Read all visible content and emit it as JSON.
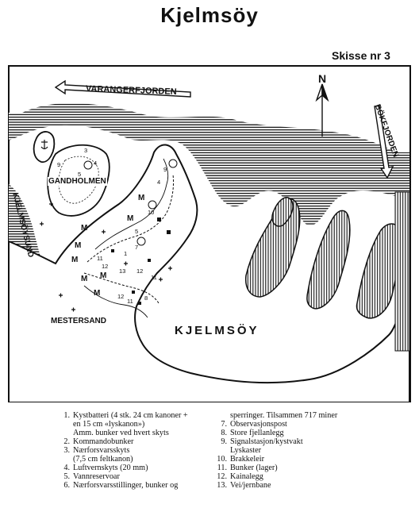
{
  "title": "Kjelmsöy",
  "sketch_label": "Skisse nr 3",
  "map": {
    "labels": {
      "varangerfjorden": "VARANGERFJORDEN",
      "bokfjorden": "BÖKFJORDEN",
      "kjelmsoysund": "KJELMSÖYSUND",
      "gandholmen": "GANDHOLMEN",
      "mestersand": "MESTERSAND",
      "kjelmsoy": "KJELMSÖY",
      "north": "N"
    },
    "icons": {
      "north_arrow": "north-arrow-icon",
      "anchor": "anchor-icon",
      "battery": "battery-symbol-icon",
      "bunker": "bunker-symbol-icon",
      "minefield": "mine-marker-icon"
    },
    "colors": {
      "ink": "#111111",
      "paper": "#ffffff"
    }
  },
  "legend": {
    "left": [
      {
        "num": "1.",
        "text": "Kystbatteri (4 stk. 24 cm kanoner +\nen 15 cm «lyskanon»)\nAmm. bunker ved hvert skyts"
      },
      {
        "num": "2.",
        "text": "Kommandobunker"
      },
      {
        "num": "3.",
        "text": "Nærforsvarsskyts\n(7,5 cm feltkanon)"
      },
      {
        "num": "4.",
        "text": "Luftvernskyts (20 mm)"
      },
      {
        "num": "5.",
        "text": "Vannreservoar"
      },
      {
        "num": "6.",
        "text": "Nærforsvarsstillinger, bunker og"
      }
    ],
    "right": [
      {
        "num": "",
        "text": "sperringer. Tilsammen 717 miner"
      },
      {
        "num": "7.",
        "text": "Observasjonspost"
      },
      {
        "num": "8.",
        "text": "Store fjellanlegg"
      },
      {
        "num": "9.",
        "text": "Signalstasjon/kystvakt\nLyskaster"
      },
      {
        "num": "10.",
        "text": "Brakkeleir"
      },
      {
        "num": "11.",
        "text": "Bunker (lager)"
      },
      {
        "num": "12.",
        "text": "Kainalegg"
      },
      {
        "num": "13.",
        "text": "Vei/jernbane"
      }
    ]
  }
}
